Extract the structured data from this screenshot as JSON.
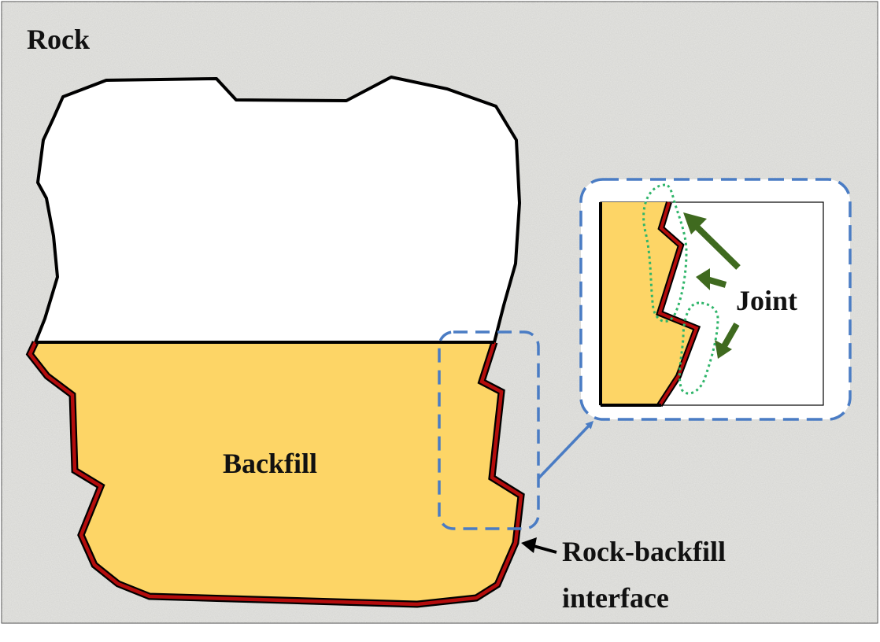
{
  "labels": {
    "rock": "Rock",
    "backfill": "Backfill",
    "joint": "Joint",
    "interface_line1": "Rock-backfill",
    "interface_line2": "interface"
  },
  "colors": {
    "rock_background": "#e6e6e3",
    "backfill": "#fdd566",
    "void": "#ffffff",
    "interface_line": "#b40c0c",
    "outline": "#000000",
    "zoom_box": "#4a7cc4",
    "joint_arrow": "#3f6a1f",
    "joint_marker": "#2fb56a"
  }
}
